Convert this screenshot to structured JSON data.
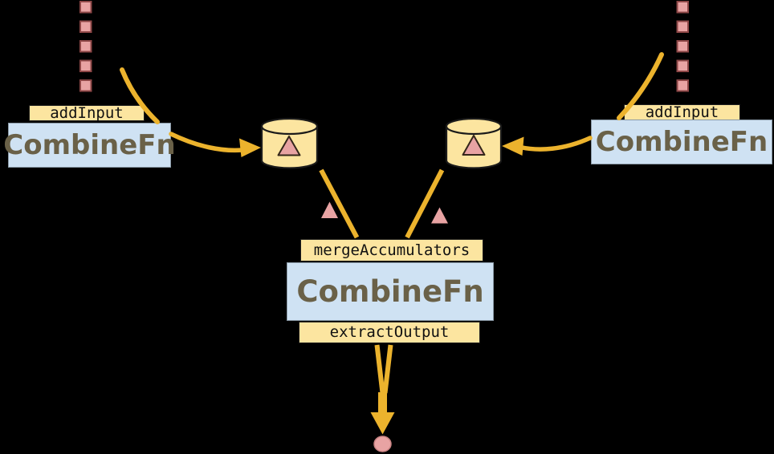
{
  "diagram": {
    "left_combiner": {
      "method_label": "addInput",
      "class_label": "CombineFn"
    },
    "right_combiner": {
      "method_label": "addInput",
      "class_label": "CombineFn"
    },
    "center_combiner": {
      "top_method_label": "mergeAccumulators",
      "class_label": "CombineFn",
      "bottom_method_label": "extractOutput"
    }
  },
  "colors": {
    "background": "#000000",
    "method_label_fill": "#fce5a0",
    "method_label_border": "#1f1f1f",
    "method_label_text": "#111111",
    "combiner_fill": "#cfe2f3",
    "combiner_border": "#8a99a6",
    "combiner_text": "#6a6148",
    "arrow_gold": "#ecb32d",
    "element_pink": "#e8a3a3",
    "element_pink_border": "#8e4747",
    "accumulator_fill": "#fce5a0",
    "accumulator_border": "#1a1a1a",
    "triangle_outline": "#33261a",
    "output_dot_border": "#c98383"
  }
}
